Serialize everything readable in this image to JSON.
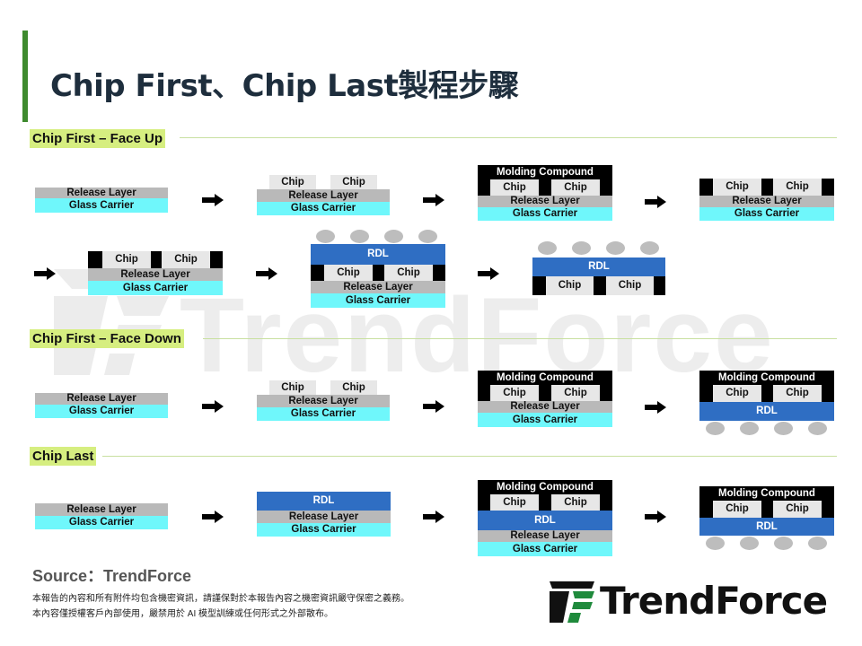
{
  "title": "Chip First、Chip Last製程步驟",
  "sections": {
    "first_up": "Chip First – Face Up",
    "first_down": "Chip First – Face Down",
    "last": "Chip Last"
  },
  "labels": {
    "release_layer": "Release Layer",
    "glass_carrier": "Glass Carrier",
    "chip": "Chip",
    "molding_compound": "Molding Compound",
    "rdl": "RDL"
  },
  "watermark": "TrendForce",
  "source": "Source：TrendForce",
  "disclaimer": [
    "本報告的內容和所有附件均包含機密資訊，請謹保對於本報告內容之機密資訊嚴守保密之義務。",
    "本內容僅授權客戶內部使用，嚴禁用於 AI 模型訓練或任何形式之外部散布。"
  ],
  "brand": "TrendForce",
  "colors": {
    "accent_bar": "#3e8a2e",
    "section_highlight": "#d6ee80",
    "release_layer": "#b9b9b9",
    "glass_carrier": "#6ff7fb",
    "rdl": "#2f6ec3",
    "molding": "#000000",
    "chip": "#e7e7e7",
    "solder_ball": "#bdbdbd"
  }
}
